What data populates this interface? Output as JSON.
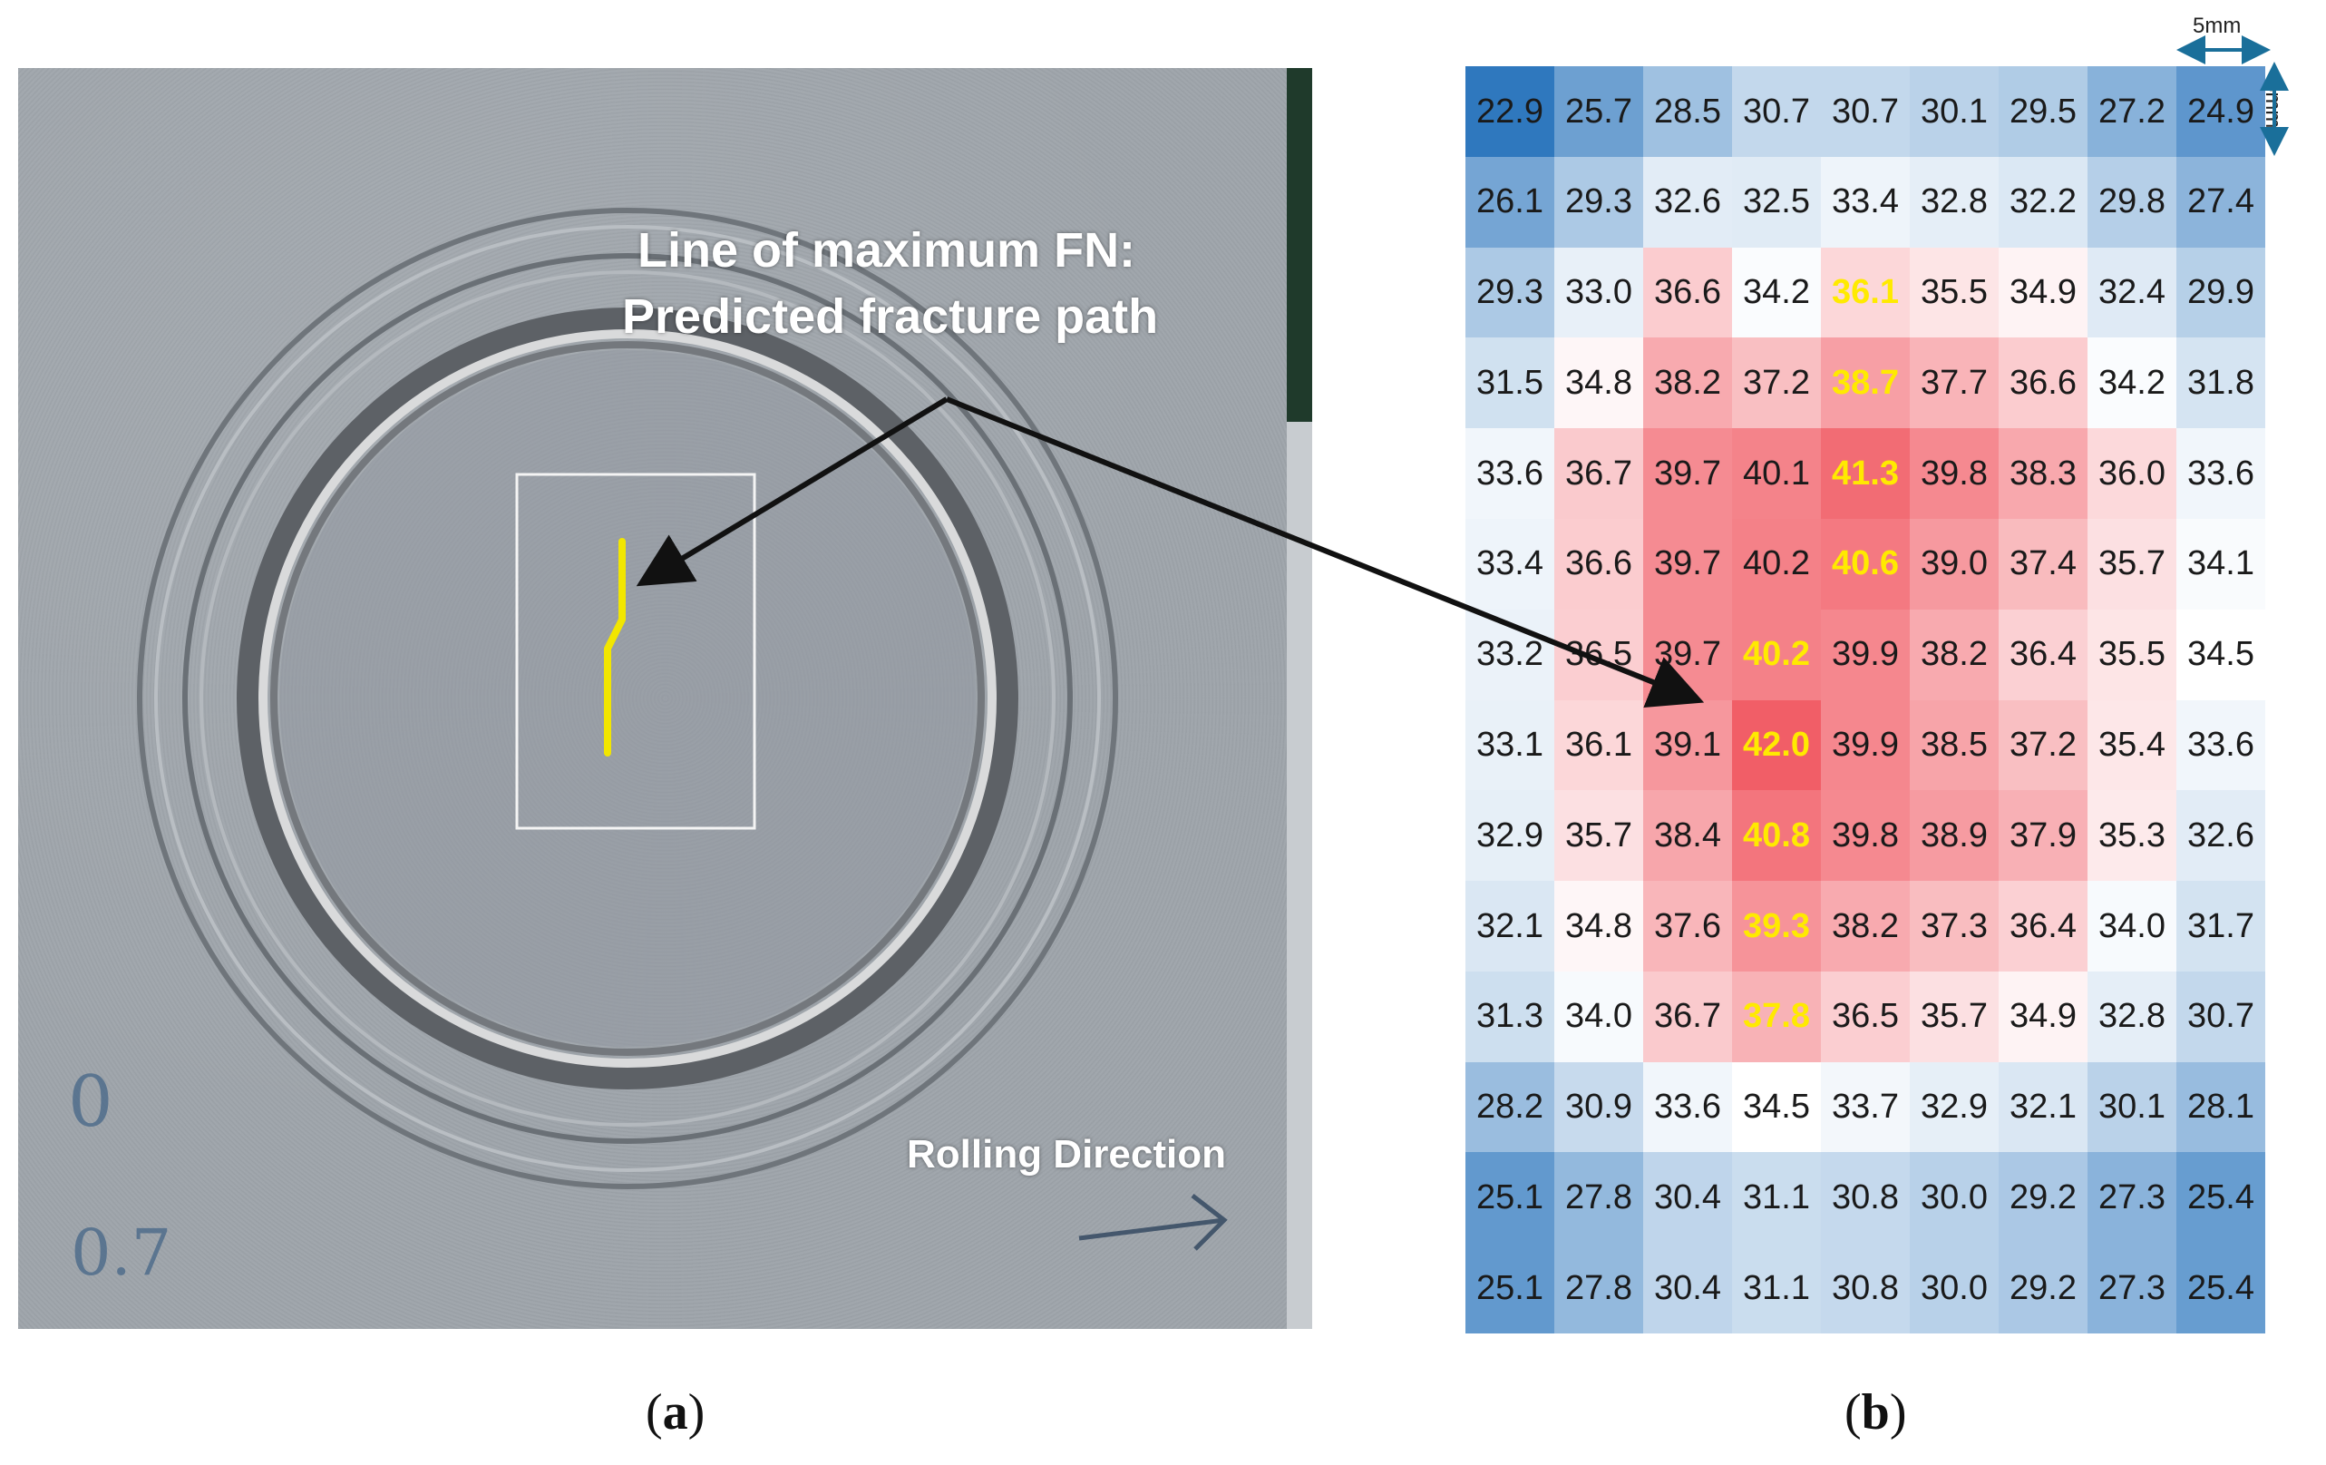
{
  "figure": {
    "panel_a": {
      "label_letter": "a",
      "annotation_line1": "Line of maximum FN:",
      "annotation_line2": "Predicted fracture path",
      "rolling_direction": "Rolling Direction",
      "handwritten_mark_1": "0",
      "handwritten_mark_2": "0.7"
    },
    "panel_b": {
      "label_letter": "b",
      "scale_horizontal": "5mm",
      "scale_vertical": "5mm"
    },
    "colors": {
      "low": "#2f78be",
      "mid": "#ffffff",
      "high": "#f0505a",
      "highlight_text": "#ffea00",
      "path_line": "#f2e600",
      "arrow": "#111111",
      "scale_arrow": "#1a6f9a"
    }
  },
  "chart_data": {
    "type": "heatmap",
    "rows": 14,
    "cols": 9,
    "values": [
      [
        22.9,
        25.7,
        28.5,
        30.7,
        30.7,
        30.1,
        29.5,
        27.2,
        24.9
      ],
      [
        26.1,
        29.3,
        32.6,
        32.5,
        33.4,
        32.8,
        32.2,
        29.8,
        27.4
      ],
      [
        29.3,
        33.0,
        36.6,
        34.2,
        36.1,
        35.5,
        34.9,
        32.4,
        29.9
      ],
      [
        31.5,
        34.8,
        38.2,
        37.2,
        38.7,
        37.7,
        36.6,
        34.2,
        31.8
      ],
      [
        33.6,
        36.7,
        39.7,
        40.1,
        41.3,
        39.8,
        38.3,
        36.0,
        33.6
      ],
      [
        33.4,
        36.6,
        39.7,
        40.2,
        40.6,
        39.0,
        37.4,
        35.7,
        34.1
      ],
      [
        33.2,
        36.5,
        39.7,
        40.2,
        39.9,
        38.2,
        36.4,
        35.5,
        34.5
      ],
      [
        33.1,
        36.1,
        39.1,
        42.0,
        39.9,
        38.5,
        37.2,
        35.4,
        33.6
      ],
      [
        32.9,
        35.7,
        38.4,
        40.8,
        39.8,
        38.9,
        37.9,
        35.3,
        32.6
      ],
      [
        32.1,
        34.8,
        37.6,
        39.3,
        38.2,
        37.3,
        36.4,
        34.0,
        31.7
      ],
      [
        31.3,
        34.0,
        36.7,
        37.8,
        36.5,
        35.7,
        34.9,
        32.8,
        30.7
      ],
      [
        28.2,
        30.9,
        33.6,
        34.5,
        33.7,
        32.9,
        32.1,
        30.1,
        28.1
      ],
      [
        25.1,
        27.8,
        30.4,
        31.1,
        30.8,
        30.0,
        29.2,
        27.3,
        25.4
      ],
      [
        25.1,
        27.8,
        30.4,
        31.1,
        30.8,
        30.0,
        29.2,
        27.3,
        25.4
      ]
    ],
    "highlighted_cells": [
      [
        2,
        4
      ],
      [
        3,
        4
      ],
      [
        4,
        4
      ],
      [
        5,
        4
      ],
      [
        6,
        3
      ],
      [
        7,
        3
      ],
      [
        8,
        3
      ],
      [
        9,
        3
      ],
      [
        10,
        3
      ]
    ],
    "color_range": [
      22.9,
      42.0
    ]
  }
}
